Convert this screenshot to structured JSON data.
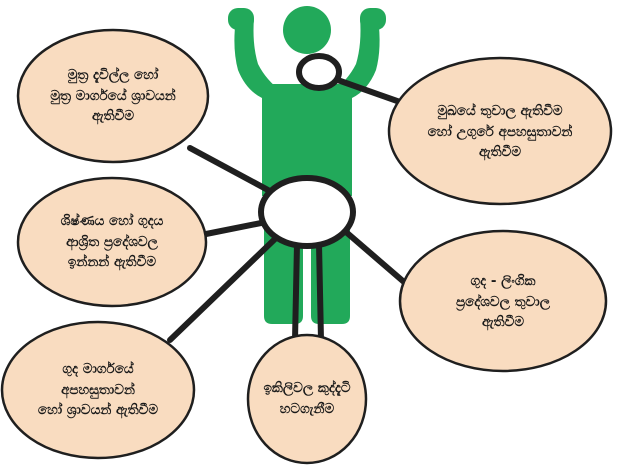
{
  "colors": {
    "figure": "#22a95a",
    "bubble_fill": "#f9dcc0",
    "outline": "#1f1f1f",
    "center_fill": "#ffffff"
  },
  "figure": {
    "icon": "person-arms-raised-icon"
  },
  "bubbles": [
    {
      "id": "top-left",
      "text": "මුත්‍ර දැවිල්ල හෝ\nමුත්‍ර මාර්ගයේ ශ්‍රාවයන්\nඇතිවීම"
    },
    {
      "id": "mid-left",
      "text": "ශිෂ්ණය හෝ ගුදය\nආශ්‍රිත ප්‍රදේශවල\nඉන්නන් ඇතිවීම"
    },
    {
      "id": "bottom-left",
      "text": "ගුද මාර්ගයේ\nඅපහසුතාවන්\nහෝ ශ්‍රාවයන් ඇතිවීම"
    },
    {
      "id": "bottom-center",
      "text": "ඉකිලිවල කුද්දැටි\nහටගැනීම"
    },
    {
      "id": "mid-right",
      "text": "ගුද - ලිංගික\nප්‍රදේශවල තුවාල\nඇතිවීම"
    },
    {
      "id": "top-right",
      "text": "මුඛයේ තුවාල ඇතිවීම\nහෝ උගුරේ අපහසුතාවන්\nඇතිවීම"
    }
  ]
}
